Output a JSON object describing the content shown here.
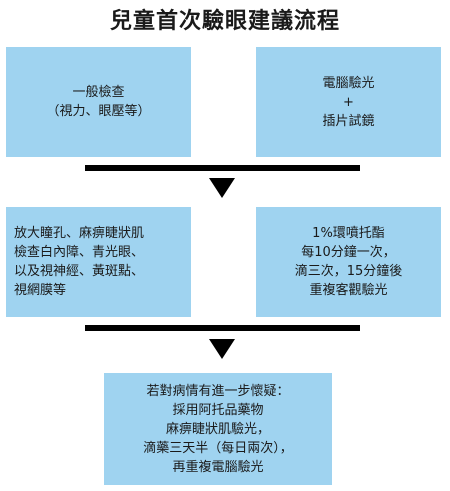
{
  "title": "兒童首次驗眼建議流程",
  "boxes": {
    "b1": "一般檢查\n（視力、眼壓等）",
    "b2": "電腦驗光\n+\n插片試鏡",
    "b3": "放大瞳孔、麻痹睫狀肌\n檢查白內障、青光眼、\n以及視神經、黃斑點、\n視網膜等",
    "b4": "1%環噴托酯\n每10分鐘一次，\n滴三次，15分鐘後\n重複客觀驗光",
    "b5": "若對病情有進一步懷疑：\n採用阿托品藥物\n麻痹睫狀肌驗光，\n滴藥三天半（每日兩次），\n再重複電腦驗光"
  },
  "colors": {
    "box": "#9fd3f0",
    "connector": "#000000"
  },
  "icons": {
    "arrow": "down-triangle"
  }
}
